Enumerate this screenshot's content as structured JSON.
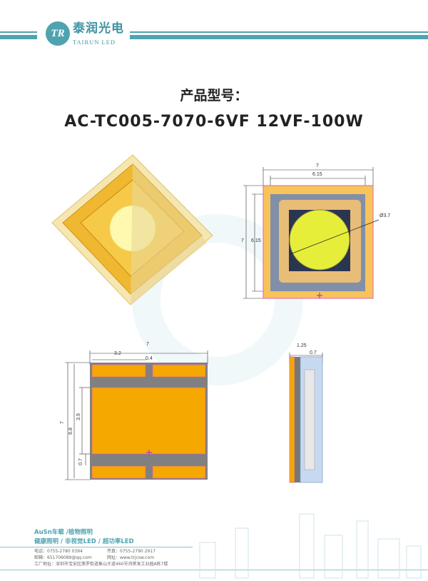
{
  "header": {
    "brand_cn": "泰润光电",
    "brand_en": "TAIRUN LED",
    "logo_letters": "TR"
  },
  "title": {
    "label": "产品型号：",
    "model": "AC-TC005-7070-6VF 12VF-100W"
  },
  "top_view": {
    "width": "7",
    "inner_width": "6.15",
    "diameter": "Ø3.7",
    "height": "7",
    "inner_height": "6.15"
  },
  "bottom_view": {
    "width": "7",
    "pad_width": "3.2",
    "gap": "0.4",
    "height": "7",
    "inner_height": "6.8",
    "pad_height": "3.9",
    "strip": "0.7"
  },
  "side_view": {
    "thickness": "1.25",
    "layer": "0.7"
  },
  "footer": {
    "line1": "AuSn车载 /植物照明",
    "line2": "健康照明 / 非视觉LED / 超功率LED",
    "phone": "电话：0755-2780 0394",
    "fax": "传真：0755-2790 2917",
    "email": "邮箱：651706089@qq.com",
    "website": "网址：www.trjcsw.com",
    "address": "工厂地址：深圳市宝安区燕罗街道象山大道460号鸿荣发工业园A栋7楼"
  },
  "colors": {
    "brand": "#4fa3b0",
    "pad": "#f5a800",
    "gray": "#808080"
  }
}
